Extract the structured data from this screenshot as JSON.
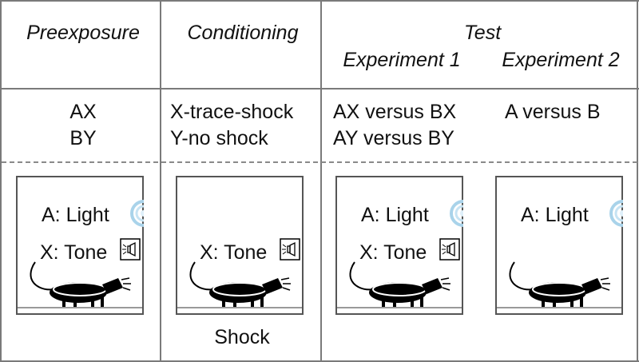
{
  "headers": {
    "preexposure": "Preexposure",
    "conditioning": "Conditioning",
    "test": "Test",
    "experiment1": "Experiment 1",
    "experiment2": "Experiment 2"
  },
  "stimuli": {
    "pre_line1": "AX",
    "pre_line2": "BY",
    "cond_line1": "X-trace-shock",
    "cond_line2": "Y-no shock",
    "exp1_line1": "AX versus BX",
    "exp1_line2": "AY versus BY",
    "exp2_line1": "A versus B"
  },
  "panels": {
    "light_label": "A: Light",
    "tone_label": "X: Tone"
  },
  "shock_label": "Shock",
  "colors": {
    "light_glow": "#a9d3ea",
    "line": "#7a7a7a",
    "dash": "#8a8a8a"
  },
  "icons": {
    "light": "light-icon",
    "speaker": "speaker-icon",
    "rat": "rat-icon"
  }
}
